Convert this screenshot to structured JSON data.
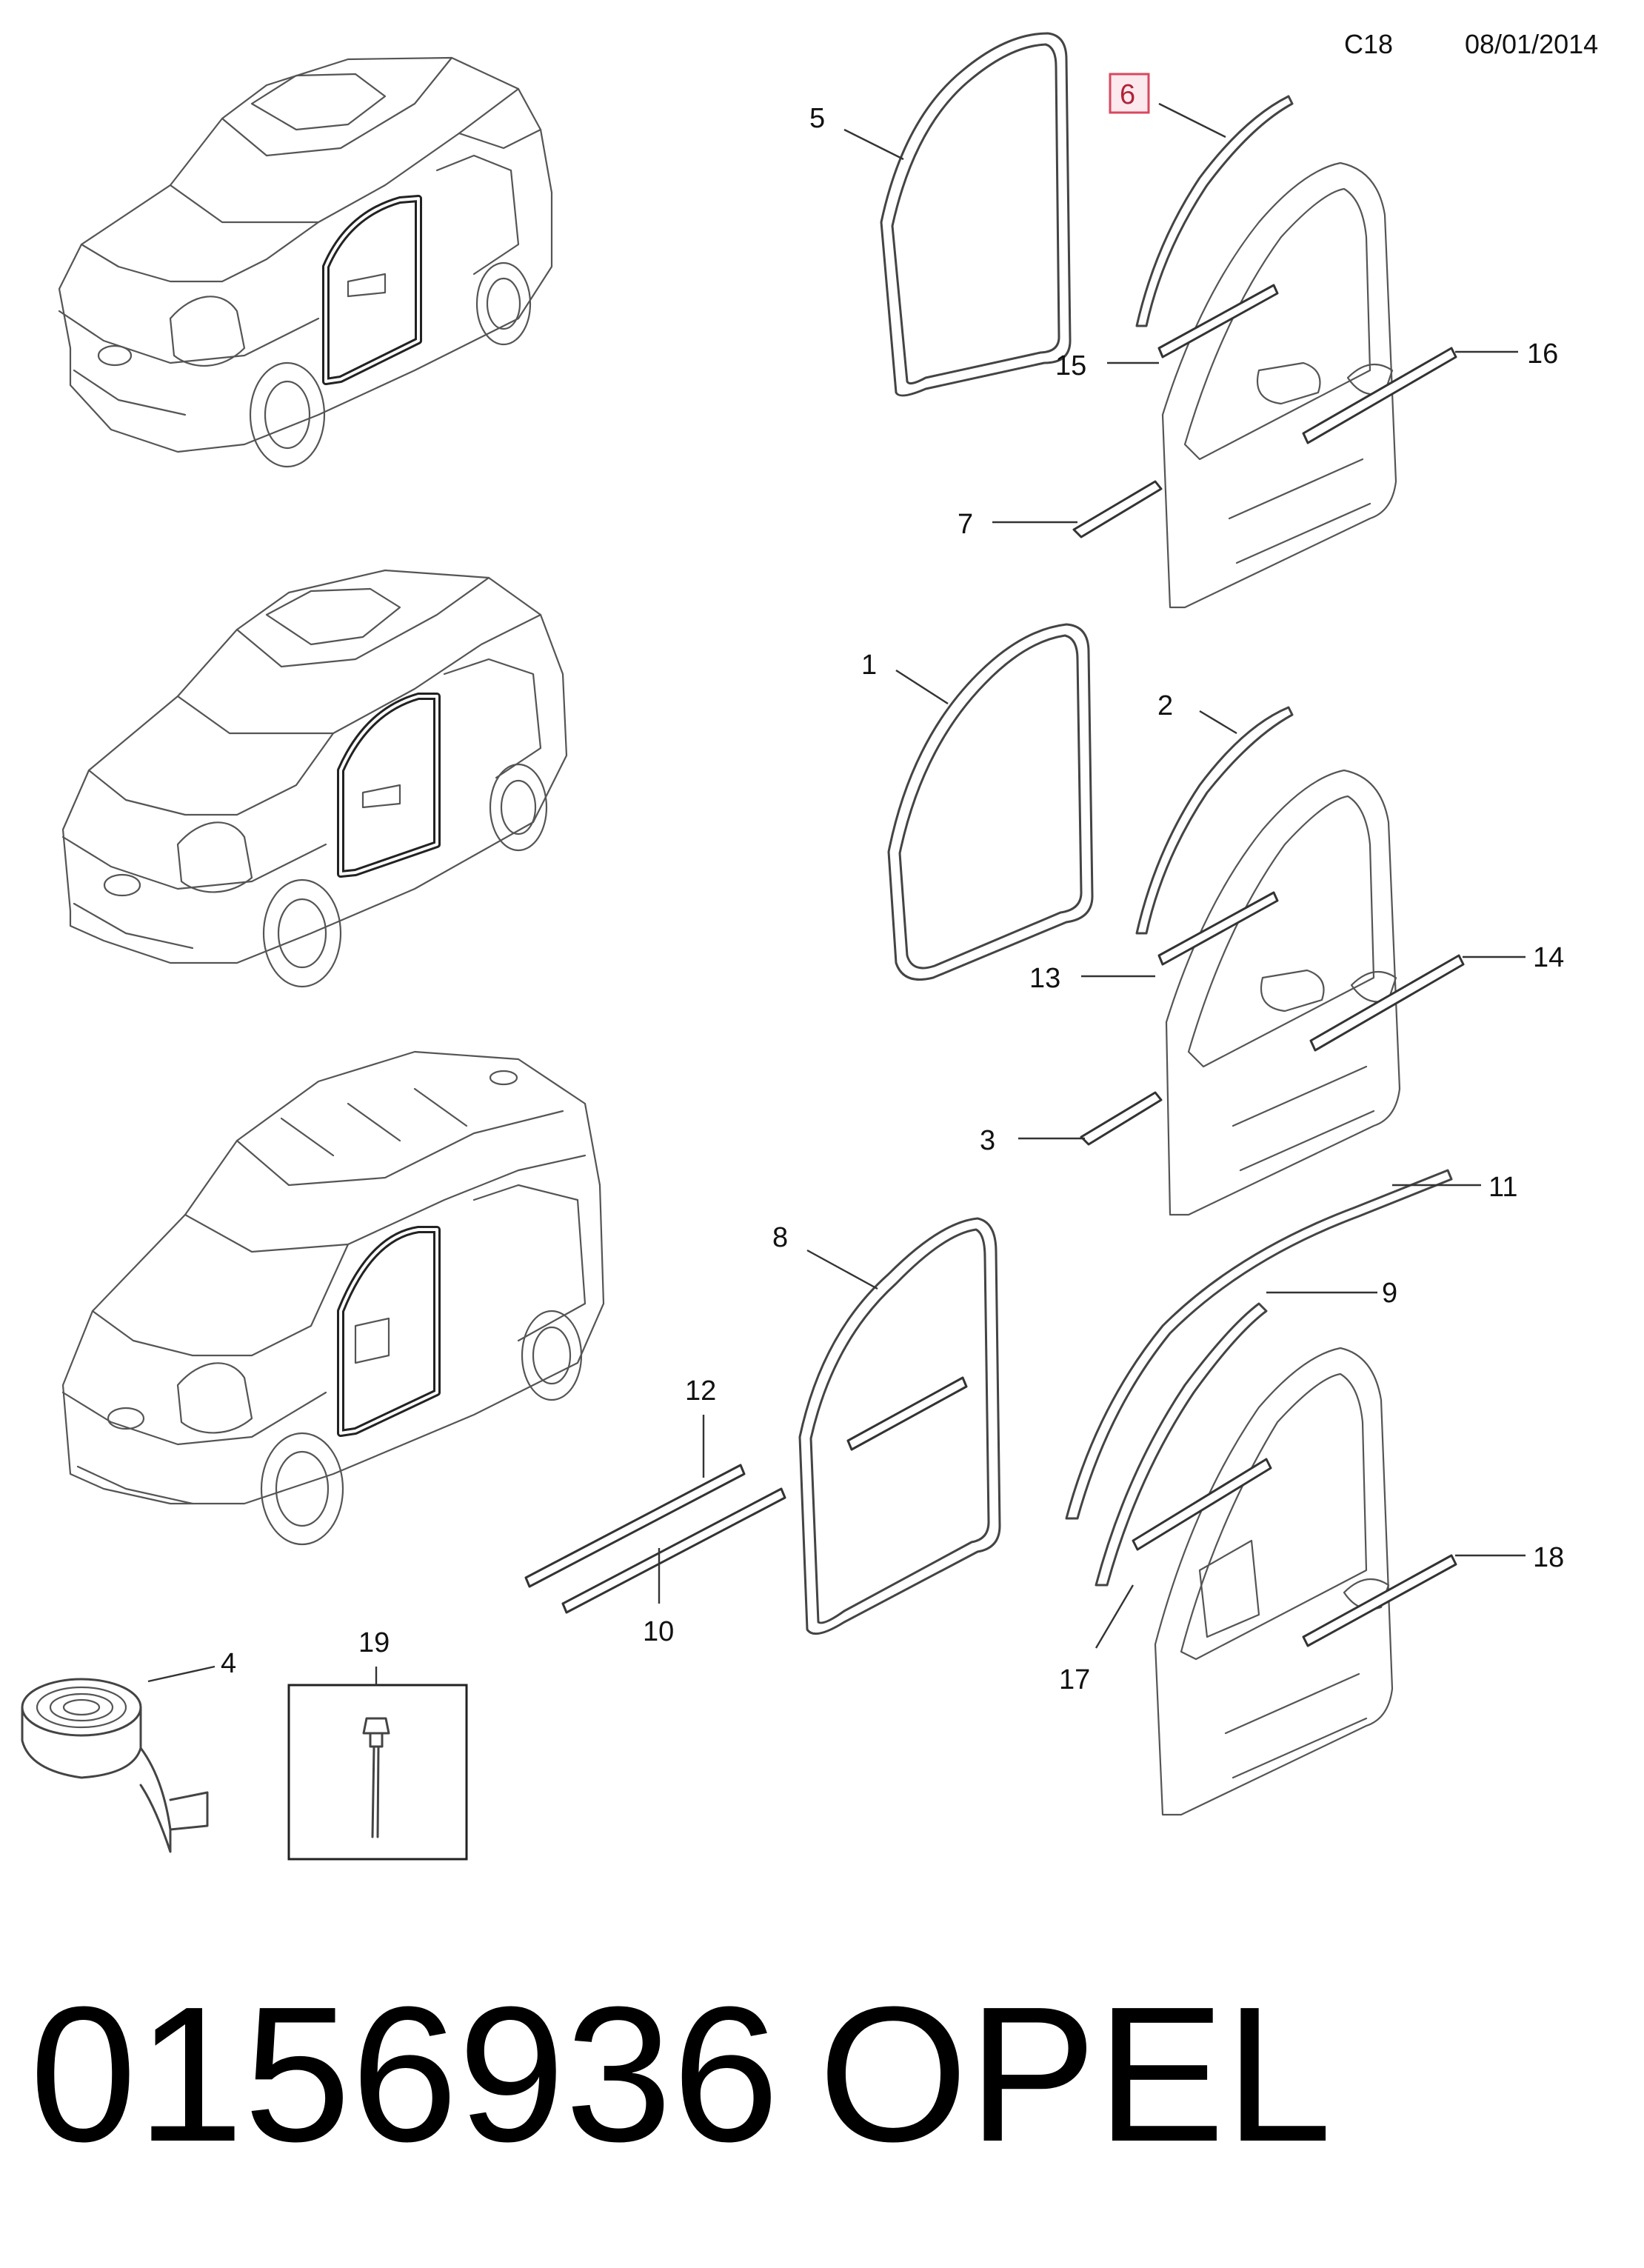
{
  "header": {
    "code": "C18",
    "date": "08/01/2014"
  },
  "footer": {
    "part_number": "0156936",
    "brand": "OPEL"
  },
  "highlight_color": "#d8485f",
  "callouts": [
    {
      "id": "c1",
      "label": "1"
    },
    {
      "id": "c2",
      "label": "2"
    },
    {
      "id": "c3",
      "label": "3"
    },
    {
      "id": "c4",
      "label": "4"
    },
    {
      "id": "c5",
      "label": "5"
    },
    {
      "id": "c6",
      "label": "6",
      "highlighted": true
    },
    {
      "id": "c7",
      "label": "7"
    },
    {
      "id": "c8",
      "label": "8"
    },
    {
      "id": "c9",
      "label": "9"
    },
    {
      "id": "c10",
      "label": "10"
    },
    {
      "id": "c11",
      "label": "11"
    },
    {
      "id": "c12",
      "label": "12"
    },
    {
      "id": "c13",
      "label": "13"
    },
    {
      "id": "c14",
      "label": "14"
    },
    {
      "id": "c15",
      "label": "15"
    },
    {
      "id": "c16",
      "label": "16"
    },
    {
      "id": "c17",
      "label": "17"
    },
    {
      "id": "c18",
      "label": "18"
    },
    {
      "id": "c19",
      "label": "19"
    }
  ]
}
